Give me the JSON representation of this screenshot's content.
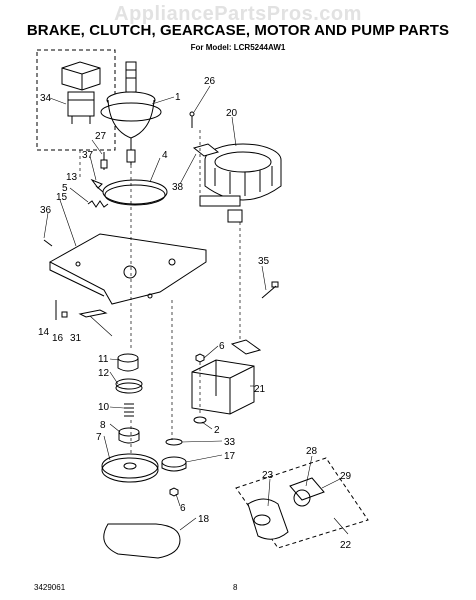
{
  "watermark": "AppliancePartsPros.com",
  "title": "BRAKE, CLUTCH, GEARCASE, MOTOR AND PUMP PARTS",
  "subtitle": "For Model: LCR5244AW1",
  "footer": {
    "doc_number": "3429061",
    "page": "8"
  },
  "callouts": [
    "34",
    "1",
    "26",
    "27",
    "37",
    "13",
    "4",
    "20",
    "5",
    "38",
    "36",
    "15",
    "35",
    "14",
    "16",
    "31",
    "11",
    "6",
    "12",
    "10",
    "8",
    "7",
    "21",
    "2",
    "33",
    "17",
    "6",
    "23",
    "28",
    "29",
    "18",
    "22"
  ]
}
